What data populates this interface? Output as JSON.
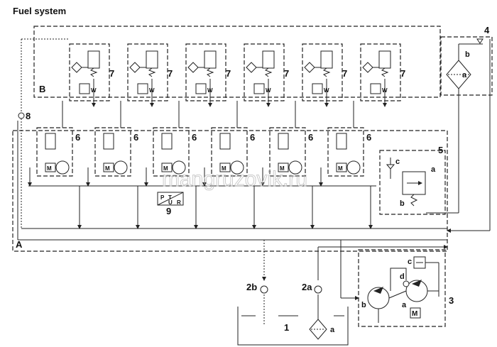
{
  "title": "Fuel system",
  "labels": {
    "B": "B",
    "A": "A",
    "num4": "4",
    "num5": "5",
    "num3": "3",
    "num8": "8",
    "num9": "9",
    "num1": "1",
    "num2a": "2a",
    "num2b": "2b",
    "filter_a": "a",
    "filter_b": "b",
    "valve5_a": "a",
    "valve5_b": "b",
    "valve5_c": "c",
    "pump_a": "a",
    "pump_b": "b",
    "pump_c": "c",
    "pump_d": "d",
    "tank_a": "a",
    "injector_num": "7",
    "pump_unit_num": "6",
    "sensor_P": "P",
    "sensor_T": "T",
    "sensor_U": "U",
    "sensor_R": "R",
    "motor_M": "M",
    "coil_W": "W",
    "watermark": "mangruzovik.ru"
  },
  "counts": {
    "injectors": 6,
    "pump_units": 6
  },
  "colors": {
    "zone_fill": "#d4d4d4",
    "line": "#222222",
    "background": "#ffffff"
  }
}
